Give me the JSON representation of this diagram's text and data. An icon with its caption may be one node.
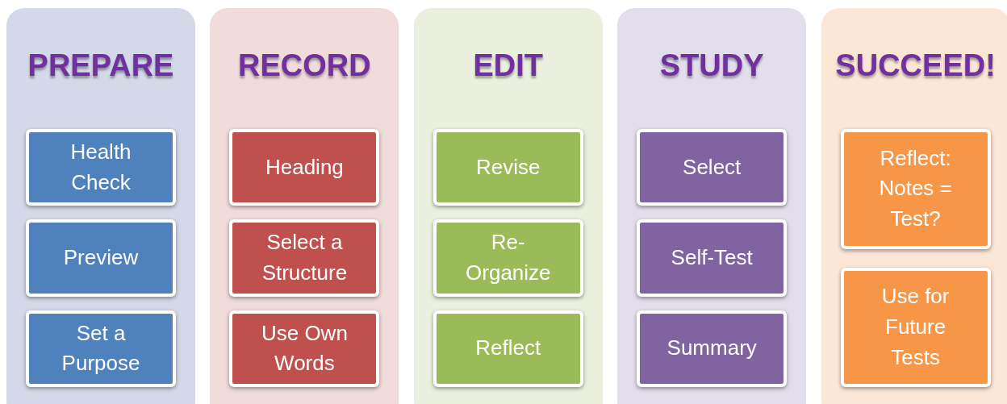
{
  "diagram": {
    "nodes": [
      {
        "text": [
          "PREPARE"
        ]
      },
      {
        "text": [
          "Health Check"
        ],
        "in": 0
      },
      {
        "text": [
          "Preview"
        ],
        "in": 0
      },
      {
        "text": [
          "Set a Purpose"
        ],
        "in": 0
      },
      {
        "text": [
          "RECORD"
        ]
      },
      {
        "text": [
          "Heading"
        ],
        "in": 4
      },
      {
        "text": [
          "Select a Structure"
        ],
        "in": 4
      },
      {
        "text": [
          "Use Own Words"
        ],
        "in": 4
      },
      {
        "text": [
          "EDIT"
        ]
      },
      {
        "text": [
          "Revise"
        ],
        "in": 8
      },
      {
        "text": [
          "Re- Organize"
        ],
        "in": 8
      },
      {
        "text": [
          "Reflect"
        ],
        "in": 8
      },
      {
        "text": [
          "STUDY"
        ]
      },
      {
        "text": [
          "Select"
        ],
        "in": 12
      },
      {
        "text": [
          "Self-Test"
        ],
        "in": 12
      },
      {
        "text": [
          "Summary"
        ],
        "in": 12
      },
      {
        "text": [
          "SUCCEED!"
        ]
      },
      {
        "text": [
          "Reflect: Notes = Test?"
        ],
        "in": 16
      },
      {
        "text": [
          "Use for Future Tests"
        ],
        "in": 16
      }
    ]
  }
}
